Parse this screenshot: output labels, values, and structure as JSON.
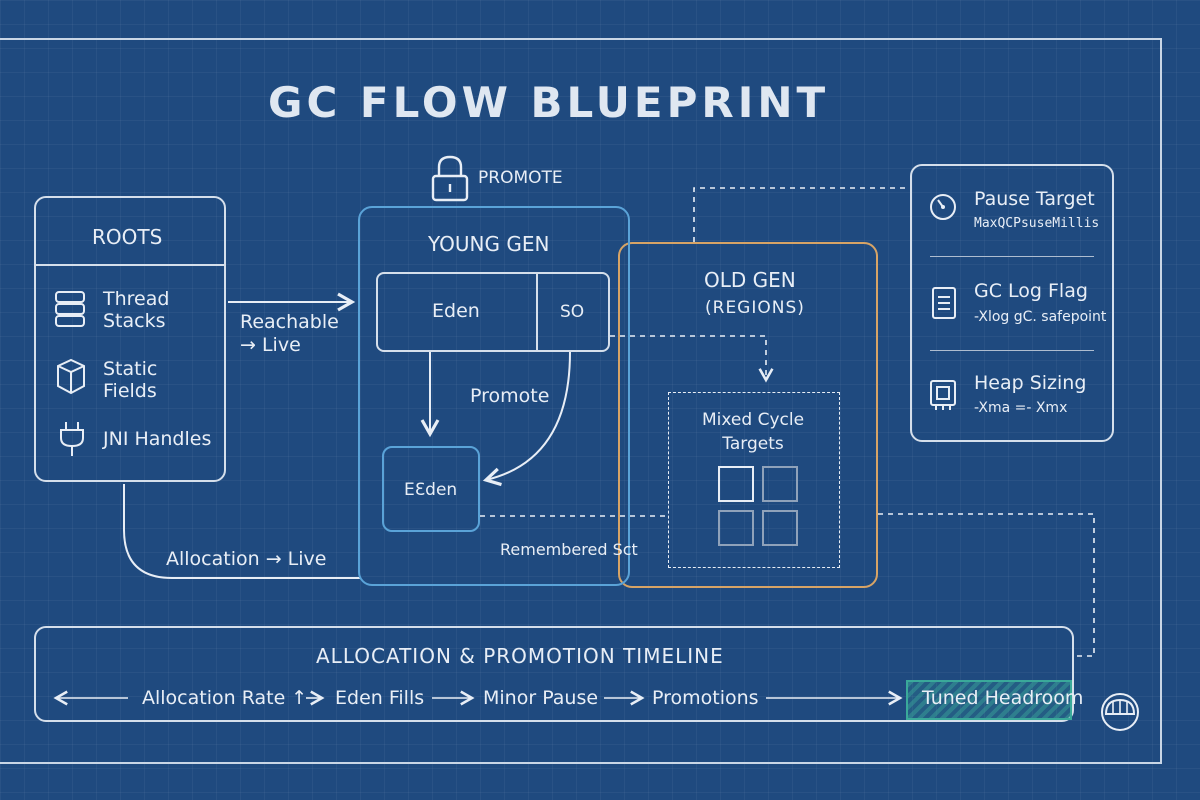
{
  "title": "GC FLOW BLUEPRINT",
  "promote_lock": "PROMOTE",
  "roots": {
    "header": "ROOTS",
    "items": [
      {
        "label": "Thread\nStacks",
        "icon": "stack-icon"
      },
      {
        "label": "Static\nFields",
        "icon": "cube-icon"
      },
      {
        "label": "JNI Handles",
        "icon": "plug-icon"
      }
    ]
  },
  "edges": {
    "reachable_live": "Reachable\n→ Live",
    "allocation_live": "Allocation → Live",
    "promote": "Promote",
    "remembered_set": "Remembered Sct"
  },
  "young_gen": {
    "title": "YOUNG GEN",
    "eden": "Eden",
    "s0": "SO",
    "survivor": "EƐden"
  },
  "old_gen": {
    "title": "OLD GEN",
    "subtitle": "(REGIONS)",
    "mixed": "Mixed Cycle\nTargets"
  },
  "settings": [
    {
      "title": "Pause Target",
      "value": "MaxQCPsuseMillis",
      "icon": "gauge-icon"
    },
    {
      "title": "GC Log Flag",
      "value": "-Xlog gC. safepoint",
      "icon": "document-icon"
    },
    {
      "title": "Heap Sizing",
      "value": "-Xma =- Xmx",
      "icon": "chip-icon"
    }
  ],
  "timeline": {
    "title": "ALLOCATION & PROMOTION TIMELINE",
    "steps": [
      "Allocation Rate ↑",
      "Eden Fills",
      "Minor Pause",
      "Promotions"
    ],
    "headroom": "Tuned Headroom"
  },
  "colors": {
    "background": "#1f4a7f",
    "line": "#d5dfeb",
    "young_gen_border": "#5aa3d8",
    "old_gen_border": "#d7a466",
    "headroom": "#3aa99a"
  }
}
